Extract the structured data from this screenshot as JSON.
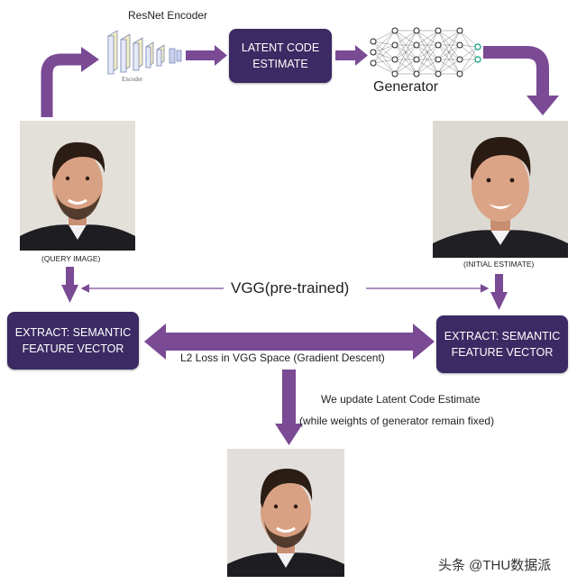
{
  "encoder": {
    "title": "ResNet Encoder",
    "caption": "Encoder"
  },
  "latent_box": {
    "line1": "LATENT CODE",
    "line2": "ESTIMATE"
  },
  "generator": {
    "label": "Generator"
  },
  "query_image": {
    "caption": "(QUERY IMAGE)"
  },
  "initial_image": {
    "caption": "(INITIAL ESTIMATE)"
  },
  "vgg": {
    "label": "VGG(pre-trained)"
  },
  "extract_left": {
    "line1": "EXTRACT: SEMANTIC",
    "line2": "FEATURE VECTOR"
  },
  "extract_right": {
    "line1": "EXTRACT: SEMANTIC",
    "line2": "FEATURE VECTOR"
  },
  "loss": {
    "label": "L2 Loss in VGG Space (Gradient Descent)"
  },
  "update_note": {
    "line1": "We update Latent Code Estimate",
    "line2": "(while weights of generator remain fixed)"
  },
  "watermark": {
    "text": "头条 @THU数据派"
  },
  "colors": {
    "arrow": "#7a4a94",
    "box": "#3b2a63",
    "thin_arrow": "#7a4a94"
  }
}
